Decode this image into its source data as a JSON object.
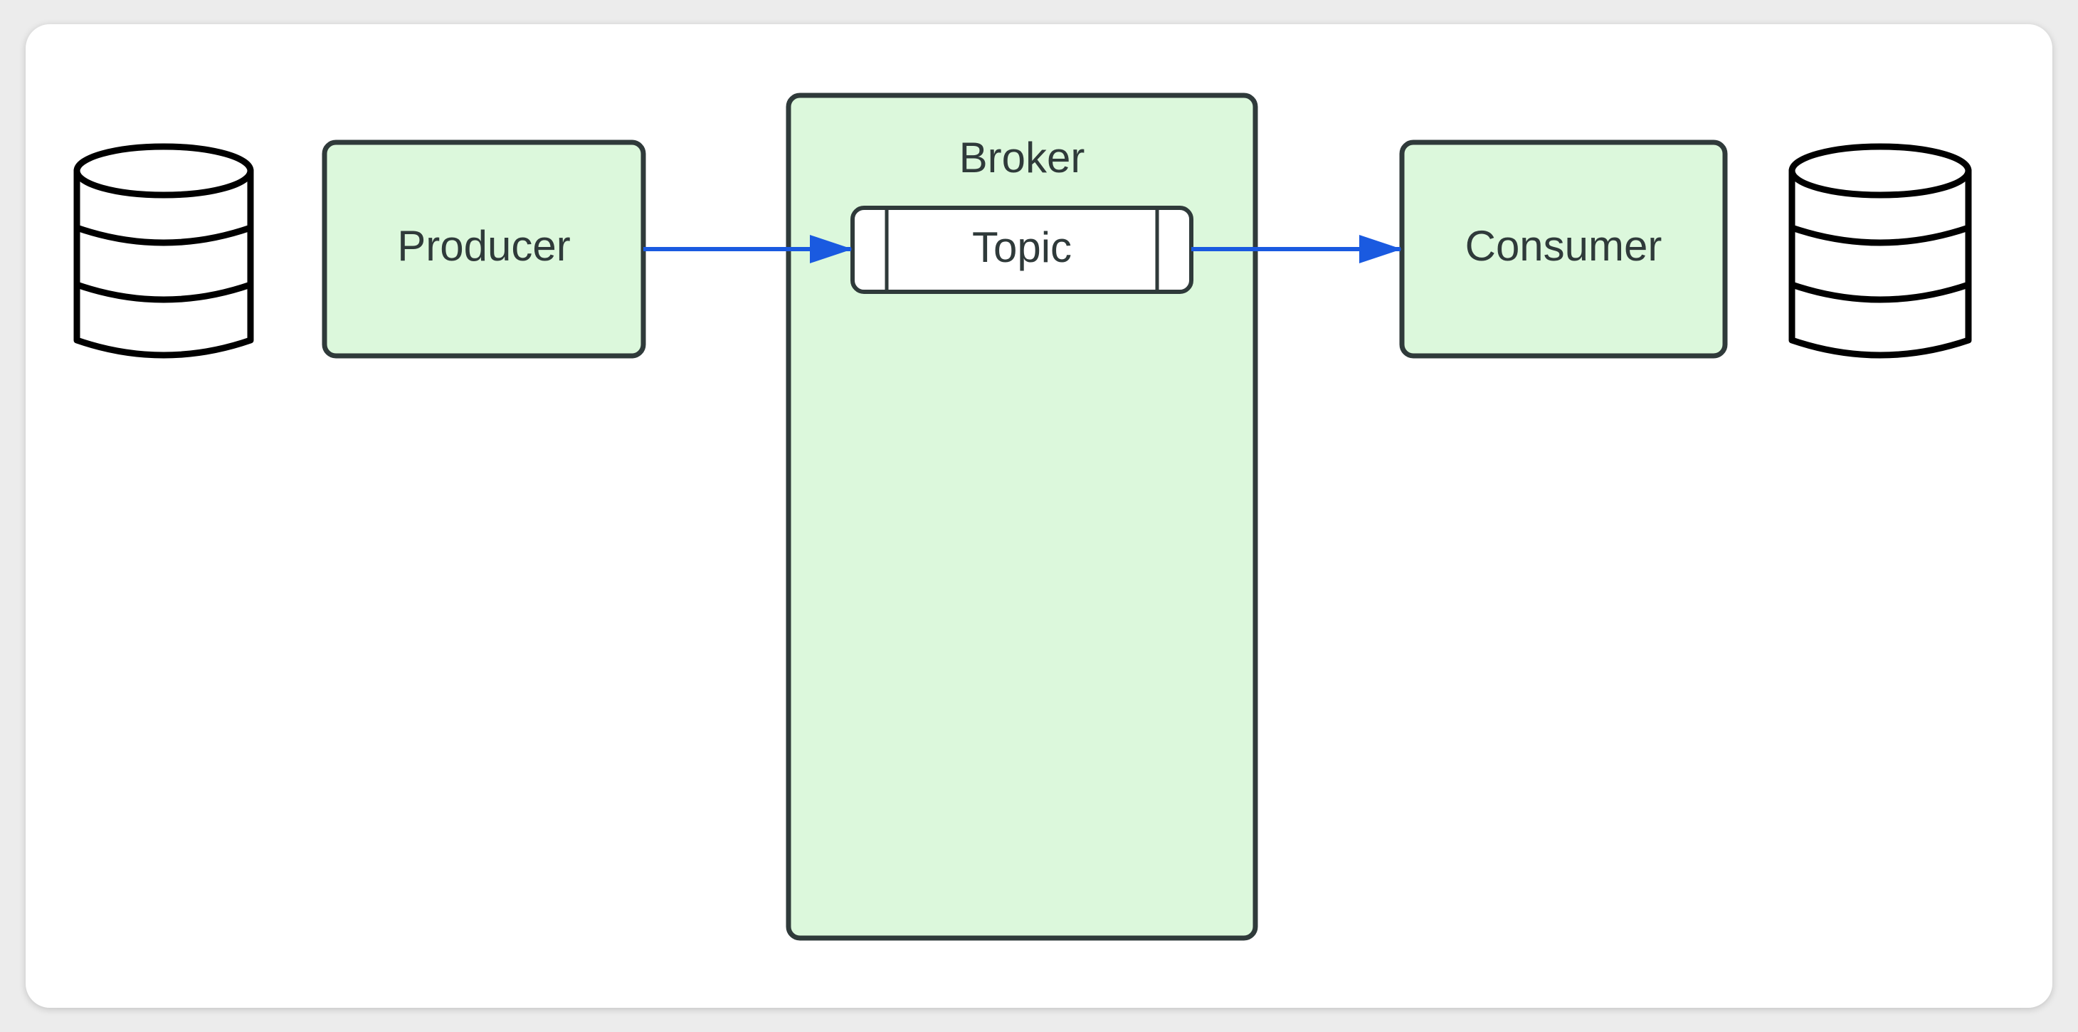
{
  "diagram": {
    "nodes": {
      "producer": {
        "label": "Producer"
      },
      "broker": {
        "label": "Broker"
      },
      "topic": {
        "label": "Topic"
      },
      "consumer": {
        "label": "Consumer"
      }
    },
    "edges": [
      {
        "from": "producer",
        "to": "topic"
      },
      {
        "from": "topic",
        "to": "consumer"
      }
    ],
    "colors": {
      "node_fill": "#dcf8dc",
      "node_stroke": "#2f3a3a",
      "edge": "#1a5ae0",
      "database_stroke": "#000000"
    },
    "icons": {
      "source_database": "database-icon",
      "sink_database": "database-icon"
    }
  }
}
